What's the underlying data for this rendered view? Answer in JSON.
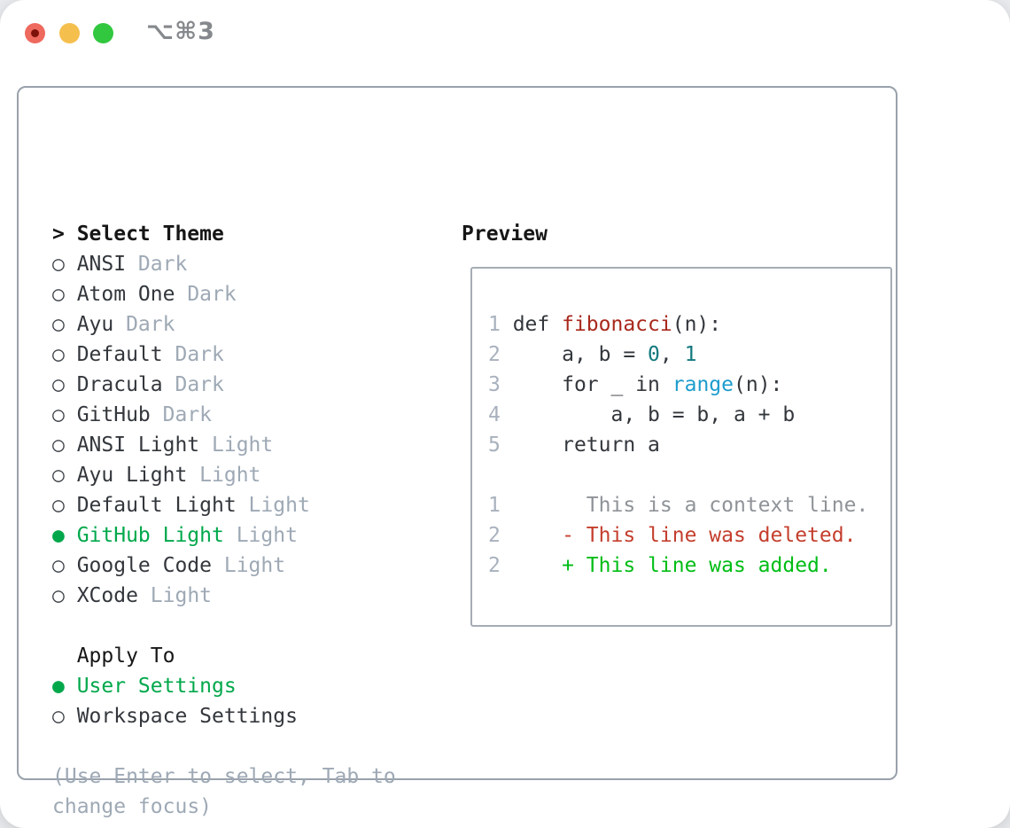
{
  "window": {
    "shortcut": "⌥⌘3"
  },
  "colors": {
    "trafficRed": "#ee695e",
    "trafficRedDot": "#7e120a",
    "trafficYellow": "#f5bf4e",
    "trafficGreen": "#31c73f",
    "shortcutGray": "#85888c",
    "borderMain": "#99a1ab",
    "borderPreview": "#a6acb5",
    "ink": "#161616",
    "textDark": "#33373c",
    "muted": "#9ea9b5",
    "lineno": "#a8b1bd",
    "ctxGray": "#8f9398",
    "selGreen": "#00a84b",
    "addGreen": "#00bd15",
    "delRed": "#c43e2d",
    "fnRed": "#a8281c",
    "numTeal": "#11797e",
    "builtinBlue": "#1d9ccd",
    "radioDark": "#3f444a"
  },
  "glyphs": {
    "prompt": ">",
    "radio_unselected": "○",
    "radio_selected": "●"
  },
  "left_panel": {
    "title": "Select Theme",
    "themes": [
      {
        "name": "ANSI",
        "tag": "Dark",
        "selected": false
      },
      {
        "name": "Atom One",
        "tag": "Dark",
        "selected": false
      },
      {
        "name": "Ayu",
        "tag": "Dark",
        "selected": false
      },
      {
        "name": "Default",
        "tag": "Dark",
        "selected": false
      },
      {
        "name": "Dracula",
        "tag": "Dark",
        "selected": false
      },
      {
        "name": "GitHub",
        "tag": "Dark",
        "selected": false
      },
      {
        "name": "ANSI Light",
        "tag": "Light",
        "selected": false
      },
      {
        "name": "Ayu Light",
        "tag": "Light",
        "selected": false
      },
      {
        "name": "Default Light",
        "tag": "Light",
        "selected": false
      },
      {
        "name": "GitHub Light",
        "tag": "Light",
        "selected": true
      },
      {
        "name": "Google Code",
        "tag": "Light",
        "selected": false
      },
      {
        "name": "XCode",
        "tag": "Light",
        "selected": false
      }
    ],
    "apply_to": {
      "title": "Apply To",
      "options": [
        {
          "name": "User Settings",
          "selected": true
        },
        {
          "name": "Workspace Settings",
          "selected": false
        }
      ]
    },
    "help": [
      "(Use Enter to select, Tab to",
      "change focus)"
    ]
  },
  "preview": {
    "title": "Preview",
    "code_lines": [
      {
        "n": "1",
        "tokens": [
          {
            "t": "def ",
            "c": "kw"
          },
          {
            "t": "fibonacci",
            "c": "fn"
          },
          {
            "t": "(n):",
            "c": "pl"
          }
        ]
      },
      {
        "n": "2",
        "tokens": [
          {
            "t": "    a, b = ",
            "c": "pl"
          },
          {
            "t": "0",
            "c": "nm"
          },
          {
            "t": ", ",
            "c": "pl"
          },
          {
            "t": "1",
            "c": "nm"
          }
        ]
      },
      {
        "n": "3",
        "tokens": [
          {
            "t": "    ",
            "c": "pl"
          },
          {
            "t": "for",
            "c": "kw"
          },
          {
            "t": " _ ",
            "c": "pl"
          },
          {
            "t": "in",
            "c": "kw"
          },
          {
            "t": " ",
            "c": "pl"
          },
          {
            "t": "range",
            "c": "bi"
          },
          {
            "t": "(n):",
            "c": "pl"
          }
        ]
      },
      {
        "n": "4",
        "tokens": [
          {
            "t": "        a, b = b, a + b",
            "c": "pl"
          }
        ]
      },
      {
        "n": "5",
        "tokens": [
          {
            "t": "    ",
            "c": "pl"
          },
          {
            "t": "return",
            "c": "kw"
          },
          {
            "t": " a",
            "c": "pl"
          }
        ]
      }
    ],
    "diff_lines": [
      {
        "n": "1",
        "kind": "context",
        "tokens": [
          {
            "t": "      This is a context line.",
            "c": "ctx"
          }
        ]
      },
      {
        "n": "2",
        "kind": "deleted",
        "tokens": [
          {
            "t": "    - This line was deleted.",
            "c": "del"
          }
        ]
      },
      {
        "n": "2",
        "kind": "added",
        "tokens": [
          {
            "t": "    + This line was added.",
            "c": "add"
          }
        ]
      }
    ]
  }
}
